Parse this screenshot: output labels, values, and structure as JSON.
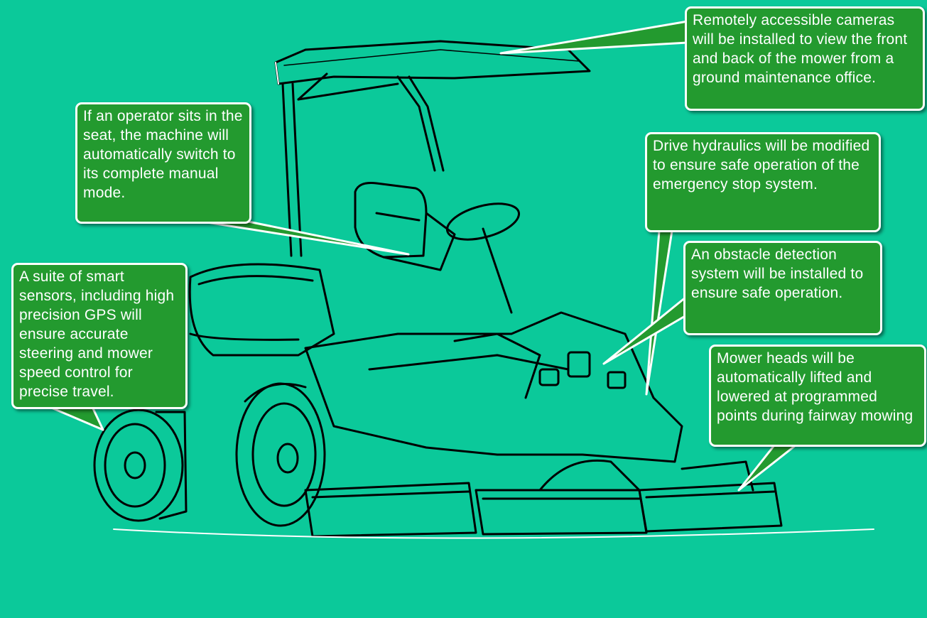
{
  "callouts": {
    "cameras": "Remotely accessible cameras will be installed to view the front and back of the mower from a ground maintenance office.",
    "operator": "If an operator sits in the seat, the machine will automatically switch to its complete manual mode.",
    "hydraulics": "Drive hydraulics will be modified to ensure safe operation of the emergency stop system.",
    "obstacle": "An obstacle detection system will be installed to ensure safe operation.",
    "sensors": "A suite of smart sensors, including high precision GPS will ensure accurate steering and mower speed control for precise travel.",
    "mower": "Mower heads will be automatically lifted and lowered at programmed points during fairway mowing"
  },
  "colors": {
    "background": "#0bc99a",
    "callout_fill": "#239a2f",
    "callout_border": "#ffffff",
    "line_art": "#000000"
  },
  "icons": {
    "machine": "fairway-mower-line-art"
  }
}
